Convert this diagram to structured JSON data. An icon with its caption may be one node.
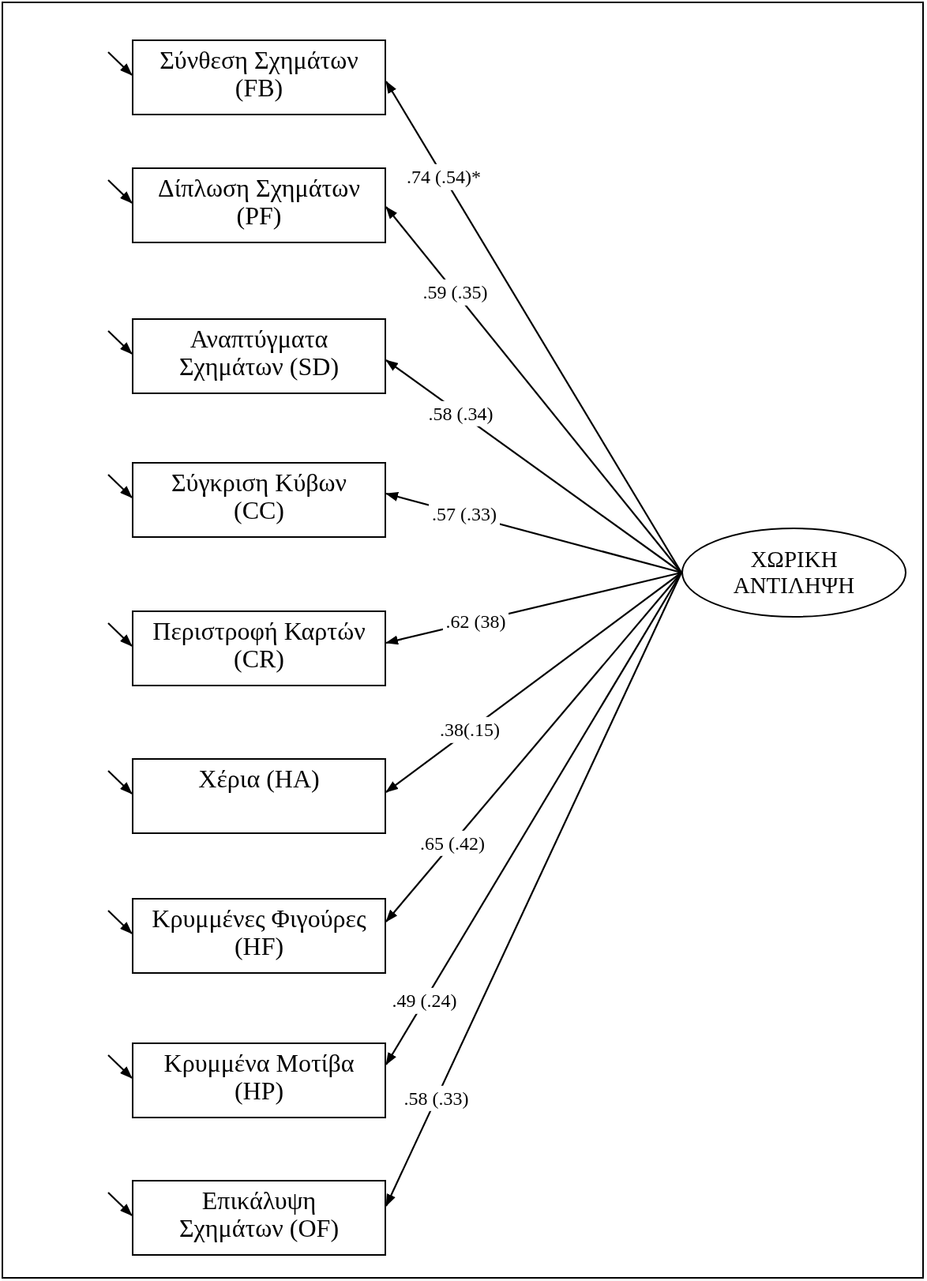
{
  "diagram": {
    "nodes": [
      {
        "text": [
          "Σύνθεση Σχημάτων (FB)"
        ]
      },
      {
        "text": [
          "Δίπλωση Σχημάτων (PF)"
        ]
      },
      {
        "text": [
          "Αναπτύγματα Σχημάτων (SD)"
        ]
      },
      {
        "text": [
          "Σύγκριση Κύβων (CC)"
        ]
      },
      {
        "text": [
          "Περιστροφή Καρτών (CR)"
        ]
      },
      {
        "text": [
          "Χέρια (HA)"
        ]
      },
      {
        "text": [
          "Κρυμμένες Φιγούρες (HF)"
        ]
      },
      {
        "text": [
          "Κρυμμένα Μοτίβα (HP)"
        ]
      },
      {
        "text": [
          "Επικάλυψη Σχημάτων (OF)"
        ]
      },
      {
        "text": [
          "ΧΩΡΙΚΗ ΑΝΤΙΛΗΨΗ"
        ]
      }
    ],
    "edges": [
      {
        "from": 9,
        "to": 0,
        "arrow": "to",
        "label": ".74 (.54)*"
      },
      {
        "from": 9,
        "to": 1,
        "arrow": "to",
        "label": ".59 (.35)"
      },
      {
        "from": 9,
        "to": 2,
        "arrow": "to",
        "label": ".58 (.34)"
      },
      {
        "from": 9,
        "to": 3,
        "arrow": "to",
        "label": ".57 (.33)"
      },
      {
        "from": 9,
        "to": 4,
        "arrow": "to",
        "label": ".62 (38)"
      },
      {
        "from": 9,
        "to": 5,
        "arrow": "to",
        "label": ".38(.15)"
      },
      {
        "from": 9,
        "to": 6,
        "arrow": "to",
        "label": ".65 (.42)"
      },
      {
        "from": 9,
        "to": 7,
        "arrow": "to",
        "label": ".49 (.24)"
      },
      {
        "from": 9,
        "to": 8,
        "arrow": "to",
        "label": ".58 (.33)"
      },
      {
        "from": null,
        "to": 0,
        "arrow": "to"
      },
      {
        "from": null,
        "to": 1,
        "arrow": "to"
      },
      {
        "from": null,
        "to": 2,
        "arrow": "to"
      },
      {
        "from": null,
        "to": 3,
        "arrow": "to"
      },
      {
        "from": null,
        "to": 4,
        "arrow": "to"
      },
      {
        "from": null,
        "to": 5,
        "arrow": "to"
      },
      {
        "from": null,
        "to": 6,
        "arrow": "to"
      },
      {
        "from": null,
        "to": 7,
        "arrow": "to"
      },
      {
        "from": null,
        "to": 8,
        "arrow": "to"
      }
    ]
  }
}
